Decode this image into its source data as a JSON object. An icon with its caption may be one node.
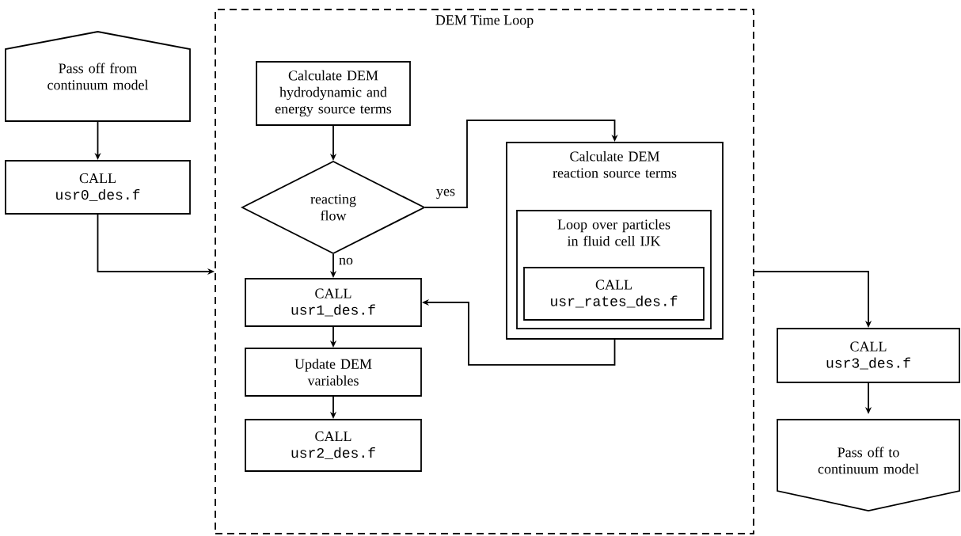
{
  "diagram": {
    "nodes": [
      {
        "text": [
          "DEM Time Loop"
        ]
      },
      {
        "text": [
          "Pass off from continuum model"
        ]
      },
      {
        "text": [
          "CALL",
          "usr0_des.f"
        ]
      },
      {
        "text": [
          "Calculate DEM hydrodynamic and energy source terms"
        ],
        "in": 0
      },
      {
        "text": [
          "reacting flow"
        ],
        "in": 0
      },
      {
        "text": [
          "CALL",
          "usr1_des.f"
        ],
        "in": 0
      },
      {
        "text": [
          "Update DEM variables"
        ],
        "in": 0
      },
      {
        "text": [
          "CALL",
          "usr2_des.f"
        ],
        "in": 0
      },
      {
        "text": [
          "Calculate DEM reaction source terms"
        ],
        "in": 0
      },
      {
        "text": [
          "Loop over particles in fluid cell IJK"
        ],
        "in": 8
      },
      {
        "text": [
          "CALL",
          "usr_rates_des.f"
        ],
        "in": 9
      },
      {
        "text": [
          "CALL",
          "usr3_des.f"
        ]
      },
      {
        "text": [
          "Pass off to continuum model"
        ]
      }
    ],
    "edges": [
      {
        "from": 1,
        "to": 2,
        "arrow": "to"
      },
      {
        "from": 2,
        "to": 0,
        "arrow": "to"
      },
      {
        "from": 3,
        "to": 4,
        "arrow": "to"
      },
      {
        "from": 4,
        "to": 8,
        "arrow": "to",
        "label": "yes"
      },
      {
        "from": 4,
        "to": 5,
        "arrow": "to",
        "label": "no"
      },
      {
        "from": 8,
        "to": 5,
        "arrow": "to"
      },
      {
        "from": 5,
        "to": 6,
        "arrow": "to"
      },
      {
        "from": 6,
        "to": 7,
        "arrow": "to"
      },
      {
        "from": 0,
        "to": 11,
        "arrow": "to"
      },
      {
        "from": 11,
        "to": 12,
        "arrow": "to"
      }
    ]
  }
}
